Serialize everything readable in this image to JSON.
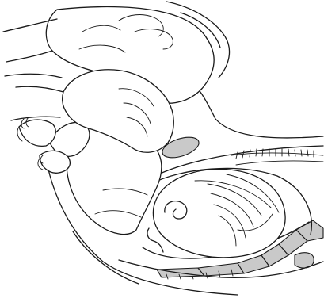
{
  "figure": {
    "colors": {
      "line": "#1a1a1a",
      "bone_fill": "#c9c9c9",
      "background": "#ffffff"
    },
    "parts": [
      {
        "id": "maternal-abdomen-outline"
      },
      {
        "id": "uterus-outline"
      },
      {
        "id": "fetal-head"
      },
      {
        "id": "fetal-body"
      },
      {
        "id": "fetal-legs-and-feet"
      },
      {
        "id": "operator-hands"
      },
      {
        "id": "spine-and-sacrum"
      },
      {
        "id": "pubic-bone"
      },
      {
        "id": "maternal-thigh"
      }
    ]
  }
}
